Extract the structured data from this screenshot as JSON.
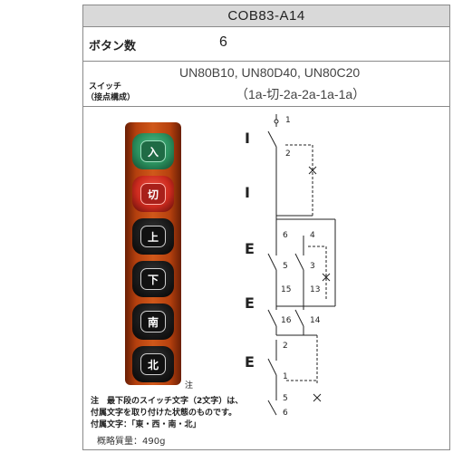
{
  "title": "COB83-A14",
  "button_count": {
    "label": "ボタン数",
    "value": "6"
  },
  "switch": {
    "label_line1": "スイッチ",
    "label_line2": "（接点構成）",
    "models": "UN80B10, UN80D40, UN80C20",
    "contacts": "（1a-切-2a-2a-1a-1a）"
  },
  "buttons": [
    {
      "label": "入",
      "color": "green"
    },
    {
      "label": "切",
      "color": "red"
    },
    {
      "label": "上",
      "color": "black"
    },
    {
      "label": "下",
      "color": "black"
    },
    {
      "label": "南",
      "color": "black"
    },
    {
      "label": "北",
      "color": "black"
    }
  ],
  "note_marker": "注",
  "notes": [
    "注　最下段のスイッチ文字（2文字）は、",
    "付属文字を取り付けた状態のものです。",
    "付属文字：「東・西・南・北」"
  ],
  "weight": "概略質量：490g",
  "diagram": {
    "symbols": [
      "I",
      "I",
      "E",
      "E",
      "E"
    ],
    "terminals": [
      "1",
      "2",
      "6",
      "4",
      "5",
      "3",
      "15",
      "13",
      "16",
      "14",
      "2",
      "1",
      "5",
      "6"
    ]
  },
  "colors": {
    "header_bg": "#d9d9d9",
    "border": "#8a8a8a",
    "panel": "#c24d12"
  }
}
